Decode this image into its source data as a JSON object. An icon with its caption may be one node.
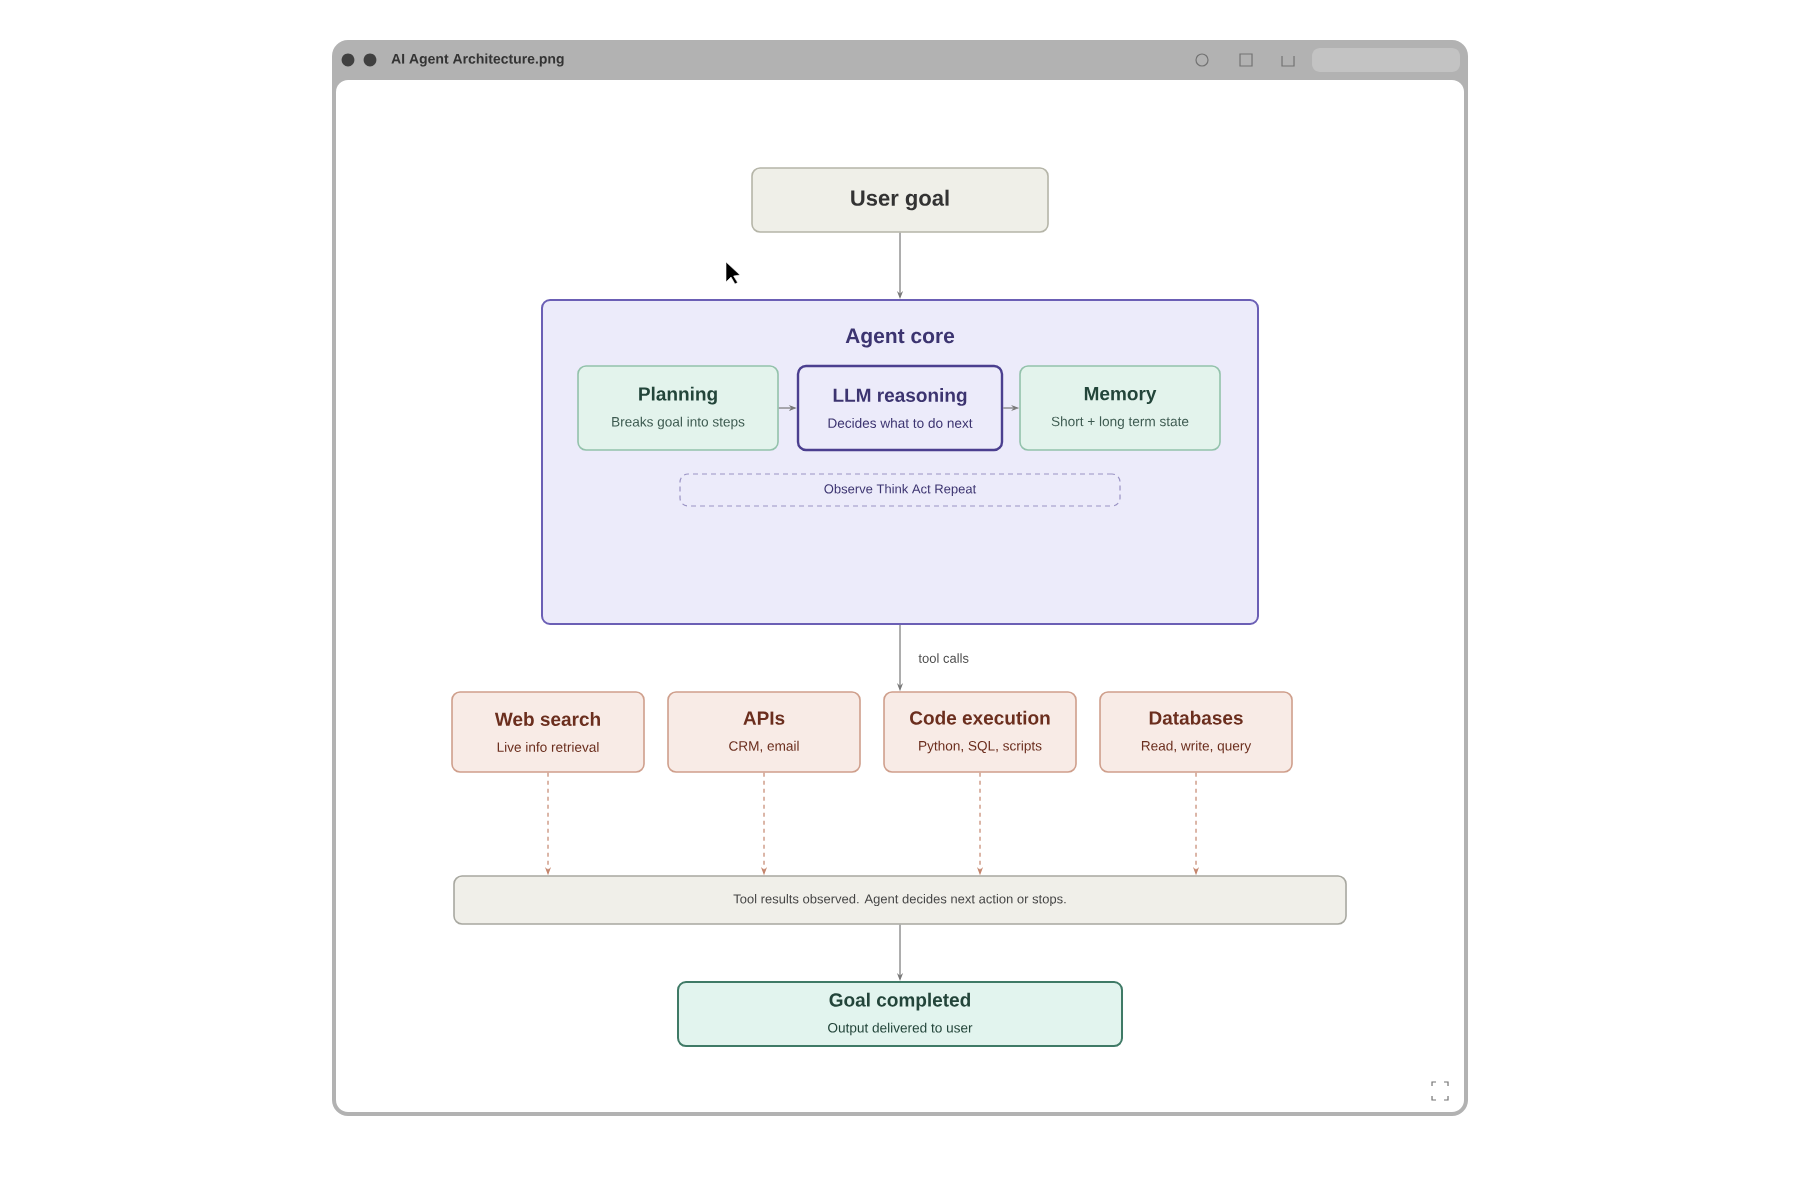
{
  "diagram": {
    "nodes": [
      {
        "text": [
          "User goal"
        ]
      },
      {
        "text": [
          "Agent core"
        ]
      },
      {
        "text": [
          "Planning",
          "Breaks goal into steps"
        ],
        "in": 1
      },
      {
        "text": [
          "LLM reasoning",
          "Decides what to do next"
        ],
        "in": 1
      },
      {
        "text": [
          "Memory",
          "Short + long term state"
        ],
        "in": 1
      },
      {
        "text": [
          "Observe  Think  Act  Repeat"
        ],
        "in": 1
      },
      {
        "text": [
          "Web search",
          "Live info retrieval"
        ]
      },
      {
        "text": [
          "APIs",
          "CRM, email"
        ]
      },
      {
        "text": [
          "Code execution",
          "Python, SQL, scripts"
        ]
      },
      {
        "text": [
          "Databases",
          "Read, write, query"
        ]
      },
      {
        "text": [
          "Tool results observed. Agent decides next action or stops."
        ]
      },
      {
        "text": [
          "Goal completed",
          "Output delivered to user"
        ]
      }
    ],
    "edges": [
      {
        "from": 0,
        "to": 1,
        "arrow": "to"
      },
      {
        "from": 2,
        "to": 3,
        "arrow": "to"
      },
      {
        "from": 3,
        "to": 4,
        "arrow": "to"
      },
      {
        "from": 1,
        "to": 8,
        "arrow": "to",
        "label": "tool calls"
      },
      {
        "from": 6,
        "to": 10,
        "arrow": "to",
        "style": "dashed",
        "color": "#c4866e"
      },
      {
        "from": 7,
        "to": 10,
        "arrow": "to",
        "style": "dashed",
        "color": "#c4866e"
      },
      {
        "from": 8,
        "to": 10,
        "arrow": "to",
        "style": "dashed",
        "color": "#c4866e"
      },
      {
        "from": 9,
        "to": 10,
        "arrow": "to",
        "style": "dashed",
        "color": "#c4866e"
      },
      {
        "from": 10,
        "to": 11,
        "arrow": "to"
      }
    ],
    "labels": [
      "AI Agent Architecture.png"
    ]
  }
}
